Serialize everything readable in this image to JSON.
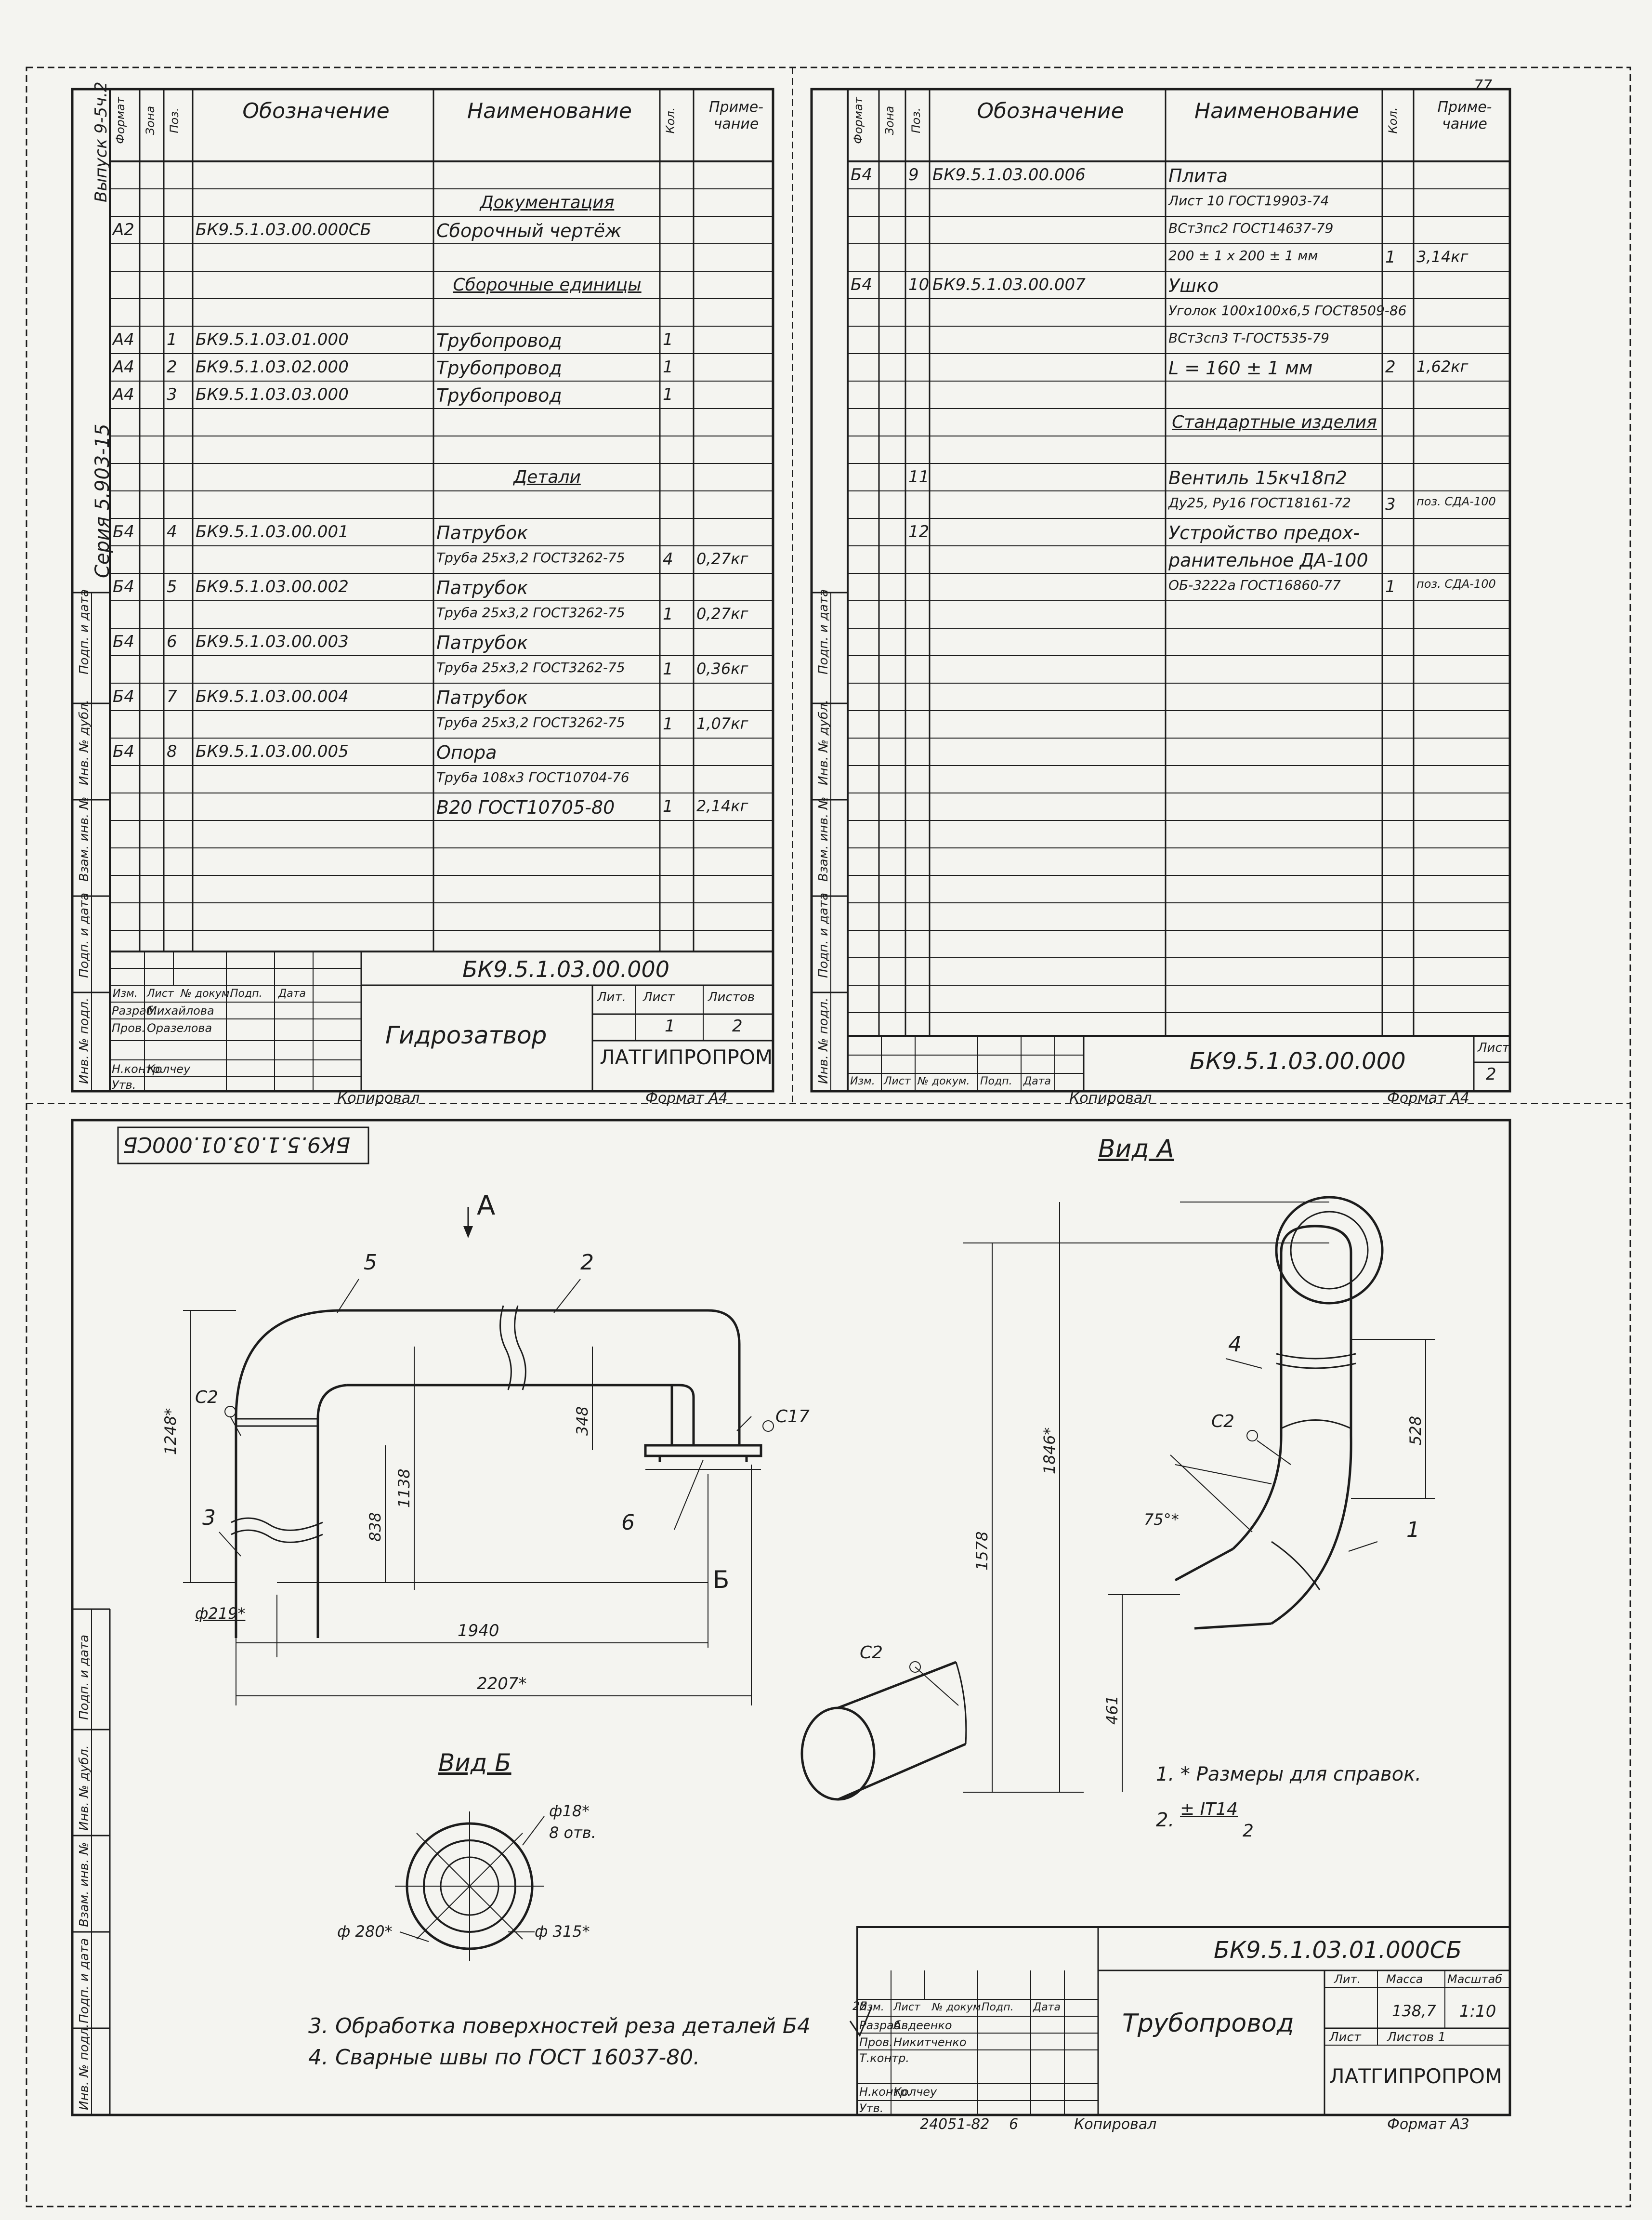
{
  "corner_page": "77",
  "sheet1": {
    "side": {
      "vypusk": "Выпуск 9-5ч.2",
      "seria": "Серия 5.903-15",
      "podp_data_1": "Подп. и дата",
      "vzam": "Взам. инв. №",
      "inv_dubl": "Инв. № дубл.",
      "podp_data_2": "Подп. и дата",
      "inv_podl": "Инв. № подл."
    },
    "headers": {
      "format": "Формат",
      "zona": "Зона",
      "poz": "Поз.",
      "oboz": "Обозначение",
      "naim": "Наименование",
      "kol": "Кол.",
      "prim": "Приме-\nчание"
    },
    "rows": [
      {
        "r": 1,
        "naim": "Документация",
        "u": true
      },
      {
        "r": 2,
        "fmt": "А2",
        "oboz": "БК9.5.1.03.00.000СБ",
        "naim": "Сборочный чертёж"
      },
      {
        "r": 4,
        "naim": "Сборочные единицы",
        "u": true
      },
      {
        "r": 6,
        "fmt": "А4",
        "poz": "1",
        "oboz": "БК9.5.1.03.01.000",
        "naim": "Трубопровод",
        "kol": "1"
      },
      {
        "r": 7,
        "fmt": "А4",
        "poz": "2",
        "oboz": "БК9.5.1.03.02.000",
        "naim": "Трубопровод",
        "kol": "1"
      },
      {
        "r": 8,
        "fmt": "А4",
        "poz": "3",
        "oboz": "БК9.5.1.03.03.000",
        "naim": "Трубопровод",
        "kol": "1"
      },
      {
        "r": 11,
        "naim": "Детали",
        "u": true
      },
      {
        "r": 13,
        "fmt": "Б4",
        "poz": "4",
        "oboz": "БК9.5.1.03.00.001",
        "naim": "Патрубок"
      },
      {
        "r": 14,
        "naim": "Труба 25х3,2 ГОСТ3262-75",
        "kol": "4",
        "prim": "0,27кг"
      },
      {
        "r": 15,
        "fmt": "Б4",
        "poz": "5",
        "oboz": "БК9.5.1.03.00.002",
        "naim": "Патрубок"
      },
      {
        "r": 16,
        "naim": "Труба 25х3,2 ГОСТ3262-75",
        "kol": "1",
        "prim": "0,27кг"
      },
      {
        "r": 17,
        "fmt": "Б4",
        "poz": "6",
        "oboz": "БК9.5.1.03.00.003",
        "naim": "Патрубок"
      },
      {
        "r": 18,
        "naim": "Труба 25х3,2 ГОСТ3262-75",
        "kol": "1",
        "prim": "0,36кг"
      },
      {
        "r": 19,
        "fmt": "Б4",
        "poz": "7",
        "oboz": "БК9.5.1.03.00.004",
        "naim": "Патрубок"
      },
      {
        "r": 20,
        "naim": "Труба 25х3,2 ГОСТ3262-75",
        "kol": "1",
        "prim": "1,07кг"
      },
      {
        "r": 21,
        "fmt": "Б4",
        "poz": "8",
        "oboz": "БК9.5.1.03.00.005",
        "naim": "Опора"
      },
      {
        "r": 22,
        "naim": "Труба 108х3 ГОСТ10704-76",
        "prim": ""
      },
      {
        "r": 23,
        "naim": "  В20 ГОСТ10705-80",
        "kol": "1",
        "prim": "2,14кг"
      }
    ],
    "stamp": {
      "code": "БК9.5.1.03.00.000",
      "name": "Гидрозатвор",
      "org": "ЛАТГИПРОПРОМ",
      "lit_h": "Лит.",
      "list_h": "Лист",
      "listov_h": "Листов",
      "list": "1",
      "listov": "2",
      "izm_h": "Изм.",
      "list2_h": "Лист",
      "ndok_h": "№ докум.",
      "podp_h": "Подп.",
      "data_h": "Дата",
      "r1_role": "Разраб.",
      "r1_name": "Михайлова",
      "r2_role": "Пров.",
      "r2_name": "Оразелова",
      "r3_role": "Н.контр.",
      "r3_name": "Колчеу",
      "r4_role": "Утв.",
      "kopir": "Копировал",
      "format": "Формат А4"
    }
  },
  "sheet2": {
    "side": {
      "podp_data_1": "Подп. и дата",
      "vzam": "Взам. инв. №",
      "inv_dubl": "Инв. № дубл.",
      "podp_data_2": "Подп. и дата",
      "inv_podl": "Инв. № подл."
    },
    "headers": {
      "format": "Формат",
      "zona": "Зона",
      "poz": "Поз.",
      "oboz": "Обозначение",
      "naim": "Наименование",
      "kol": "Кол.",
      "prim": "Приме-\nчание"
    },
    "rows": [
      {
        "r": 0,
        "fmt": "Б4",
        "poz": "9",
        "oboz": "БК9.5.1.03.00.006",
        "naim": "Плита"
      },
      {
        "r": 1,
        "naim": "Лист 10 ГОСТ19903-74"
      },
      {
        "r": 2,
        "naim": "  ВСт3пс2 ГОСТ14637-79"
      },
      {
        "r": 3,
        "naim": "200 ± 1 х 200 ± 1 мм",
        "kol": "1",
        "prim": "3,14кг"
      },
      {
        "r": 4,
        "fmt": "Б4",
        "poz": "10",
        "oboz": "БК9.5.1.03.00.007",
        "naim": "Ушко"
      },
      {
        "r": 5,
        "naim": "Уголок 100х100х6,5 ГОСТ8509-86"
      },
      {
        "r": 6,
        "naim": "  ВСт3сп3 Т-ГОСТ535-79"
      },
      {
        "r": 7,
        "naim": "L = 160 ± 1 мм",
        "kol": "2",
        "prim": "1,62кг"
      },
      {
        "r": 9,
        "naim": "Стандартные изделия",
        "u": true
      },
      {
        "r": 11,
        "poz": "11",
        "naim": "Вентиль 15кч18п2"
      },
      {
        "r": 12,
        "naim": "Ду25, Ру16 ГОСТ18161-72",
        "kol": "3",
        "prim": "поз. СДА-100"
      },
      {
        "r": 13,
        "poz": "12",
        "naim": "Устройство предох-"
      },
      {
        "r": 14,
        "naim": "ранительное ДА-100"
      },
      {
        "r": 15,
        "naim": "ОБ-3222а ГОСТ16860-77",
        "kol": "1",
        "prim": "поз. СДА-100"
      }
    ],
    "stamp": {
      "code": "БК9.5.1.03.00.000",
      "list_h": "Лист",
      "list": "2",
      "izm_h": "Изм.",
      "list2_h": "Лист",
      "ndok_h": "№ докум.",
      "podp_h": "Подп.",
      "data_h": "Дата",
      "kopir": "Копировал",
      "format": "Формат А4"
    }
  },
  "sheet3": {
    "side": {
      "podp_data_1": "Подп. и дата",
      "vzam": "Взам. инв. №",
      "inv_dubl": "Инв. № дубл.",
      "podp_data_2": "Подп. и дата",
      "inv_podl": "Инв. № подл."
    },
    "mirror_code": "БК9.5.1.03.01.000СБ",
    "view_a": "Вид А",
    "view_b": "Вид Б",
    "arrow_a": "А",
    "arrow_b": "Б",
    "labels": {
      "p1": "1",
      "p2": "2",
      "p3": "3",
      "p4": "4",
      "p5": "5",
      "p6": "6",
      "c2a": "С2",
      "c2b": "С2",
      "c2c": "С2",
      "c17": "С17",
      "d1248": "1248*",
      "d1138": "1138",
      "d838": "838",
      "d348": "348",
      "d1940": "1940",
      "d2207": "2207*",
      "d219": "ф219*",
      "d1578": "1578",
      "d1846": "1846*",
      "d528": "528",
      "d461": "461",
      "d75": "75°*",
      "d18": "ф18*",
      "otv": "8 отв.",
      "d280": "ф 280*",
      "d315": "ф 315*"
    },
    "notes": {
      "n1": "1. * Размеры для справок.",
      "n2_a": "2.",
      "n2_b": "± IT14",
      "n2_c": "2",
      "n3": "3. Обработка поверхностей реза деталей Б4",
      "n3_r": "25",
      "n4": "4. Сварные швы по ГОСТ 16037-80."
    },
    "stamp": {
      "code": "БК9.5.1.03.01.000СБ",
      "name": "Трубопровод",
      "org": "ЛАТГИПРОПРОМ",
      "lit_h": "Лит.",
      "massa_h": "Масса",
      "masht_h": "Масштаб",
      "massa": "138,7",
      "masht": "1:10",
      "list_h": "Лист",
      "listov_h": "Листов 1",
      "izm_h": "Изм.",
      "list2_h": "Лист",
      "ndok_h": "№ докум.",
      "podp_h": "Подп.",
      "data_h": "Дата",
      "r1_role": "Разраб.",
      "r1_name": "Авдеенко",
      "r2_role": "Пров.",
      "r2_name": "Никитченко",
      "r3_role": "Т.контр.",
      "r4_role": "Н.контр.",
      "r4_name": "Колчеу",
      "r5_role": "Утв.",
      "bottom_code": "24051-82",
      "bottom_num": "6",
      "kopir": "Копировал",
      "format": "Формат А3"
    }
  }
}
